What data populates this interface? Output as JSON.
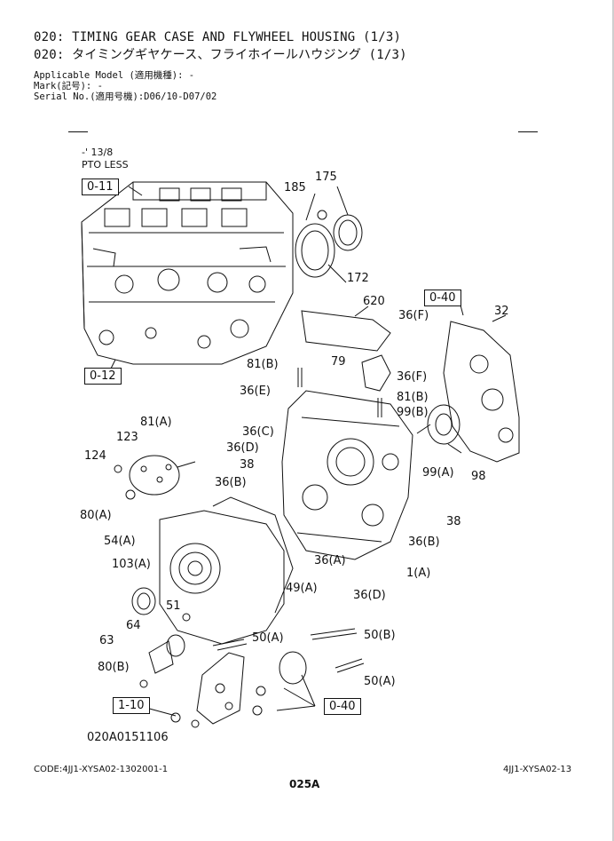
{
  "header": {
    "title_en": "020: TIMING GEAR CASE AND FLYWHEEL HOUSING (1/3)",
    "title_jp": "020: タイミングギヤケース、フライホイールハウジング (1/3)",
    "applicable_model": "Applicable Model (適用機種): -",
    "mark": "Mark(記号): -",
    "serial": "Serial No.(適用号機):D06/10-D07/02"
  },
  "diagram": {
    "note1": "-' 13/8",
    "note2": "PTO LESS",
    "ref_boxes": [
      "0-11",
      "0-12",
      "0-40",
      "1-10",
      "0-40"
    ],
    "labels": [
      "185",
      "175",
      "172",
      "620",
      "32",
      "36(F)",
      "81(B)",
      "79",
      "36(E)",
      "36(F)",
      "81(B)",
      "99(B)",
      "36(C)",
      "36(D)",
      "38",
      "99(A)",
      "98",
      "81(A)",
      "123",
      "124",
      "80(A)",
      "36(B)",
      "54(A)",
      "103(A)",
      "38",
      "36(B)",
      "36(A)",
      "1(A)",
      "49(A)",
      "36(D)",
      "51",
      "64",
      "63",
      "80(B)",
      "50(A)",
      "50(B)",
      "50(A)"
    ],
    "figure_code": "020A0151106"
  },
  "footer": {
    "code_left": "CODE:4JJ1-XYSA02-1302001-1",
    "code_right": "4JJ1-XYSA02-13",
    "page": "025A"
  }
}
